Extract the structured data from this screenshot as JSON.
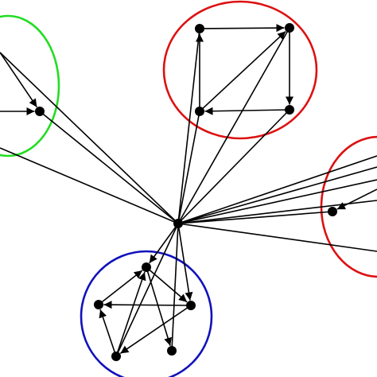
{
  "diagram": {
    "colors": {
      "background": "#ffffff",
      "edge": "#000000",
      "node": "#000000",
      "cluster_green": "#22dd22",
      "cluster_red": "#dd1111",
      "cluster_blue": "#1111bb"
    },
    "clusters": [
      {
        "id": "green",
        "color_key": "cluster_green"
      },
      {
        "id": "red-top",
        "color_key": "cluster_red"
      },
      {
        "id": "red-right",
        "color_key": "cluster_red"
      },
      {
        "id": "blue",
        "color_key": "cluster_blue"
      }
    ],
    "nodes": [
      "hub",
      "green-1",
      "red-tl",
      "red-tr",
      "red-bl",
      "red-br",
      "right-1",
      "blue-top",
      "blue-left",
      "blue-right",
      "blue-bl",
      "blue-br"
    ],
    "edges": [
      {
        "from": "red-tl",
        "to": "red-tr",
        "arrow": true
      },
      {
        "from": "red-tr",
        "to": "red-br",
        "arrow": true
      },
      {
        "from": "red-br",
        "to": "red-bl",
        "arrow": true
      },
      {
        "from": "red-bl",
        "to": "red-tl",
        "arrow": true
      },
      {
        "from": "red-bl",
        "to": "red-tr",
        "arrow": true
      },
      {
        "from": "green-in",
        "to": "green-1",
        "arrow": true
      },
      {
        "from": "green-left",
        "to": "green-1",
        "arrow": true
      },
      {
        "from": "right-in",
        "to": "right-1",
        "arrow": true
      },
      {
        "from": "blue-right",
        "to": "blue-left",
        "arrow": true
      },
      {
        "from": "blue-left",
        "to": "blue-top",
        "arrow": true
      },
      {
        "from": "blue-bl",
        "to": "blue-left",
        "arrow": true
      },
      {
        "from": "blue-bl",
        "to": "blue-top",
        "arrow": true
      },
      {
        "from": "blue-top",
        "to": "blue-right",
        "arrow": true
      },
      {
        "from": "blue-right",
        "to": "blue-bl",
        "arrow": true
      },
      {
        "from": "hub",
        "to": "blue-top",
        "arrow": true
      },
      {
        "from": "hub",
        "to": "blue-right",
        "arrow": true
      },
      {
        "from": "blue-top",
        "to": "blue-br",
        "arrow": true
      },
      {
        "from": "hub",
        "to": "blue-br",
        "arrow": false
      },
      {
        "from": "hub",
        "to": "blue-bl",
        "arrow": false
      },
      {
        "from": "hub",
        "to": "red-tl",
        "arrow": false
      },
      {
        "from": "hub",
        "to": "red-tr",
        "arrow": false
      },
      {
        "from": "hub",
        "to": "red-bl",
        "arrow": false
      },
      {
        "from": "hub",
        "to": "red-br",
        "arrow": false
      },
      {
        "from": "hub",
        "to": "green-1",
        "arrow": false
      },
      {
        "from": "hub",
        "to": "green-in",
        "arrow": false
      },
      {
        "from": "hub",
        "to": "green-low",
        "arrow": false
      },
      {
        "from": "hub",
        "to": "right-1",
        "arrow": false
      },
      {
        "from": "hub",
        "to": "right-a",
        "arrow": false
      },
      {
        "from": "hub",
        "to": "right-b",
        "arrow": false
      },
      {
        "from": "hub",
        "to": "right-c",
        "arrow": false
      },
      {
        "from": "hub",
        "to": "right-d",
        "arrow": false
      },
      {
        "from": "hub",
        "to": "right-e",
        "arrow": false
      }
    ]
  }
}
